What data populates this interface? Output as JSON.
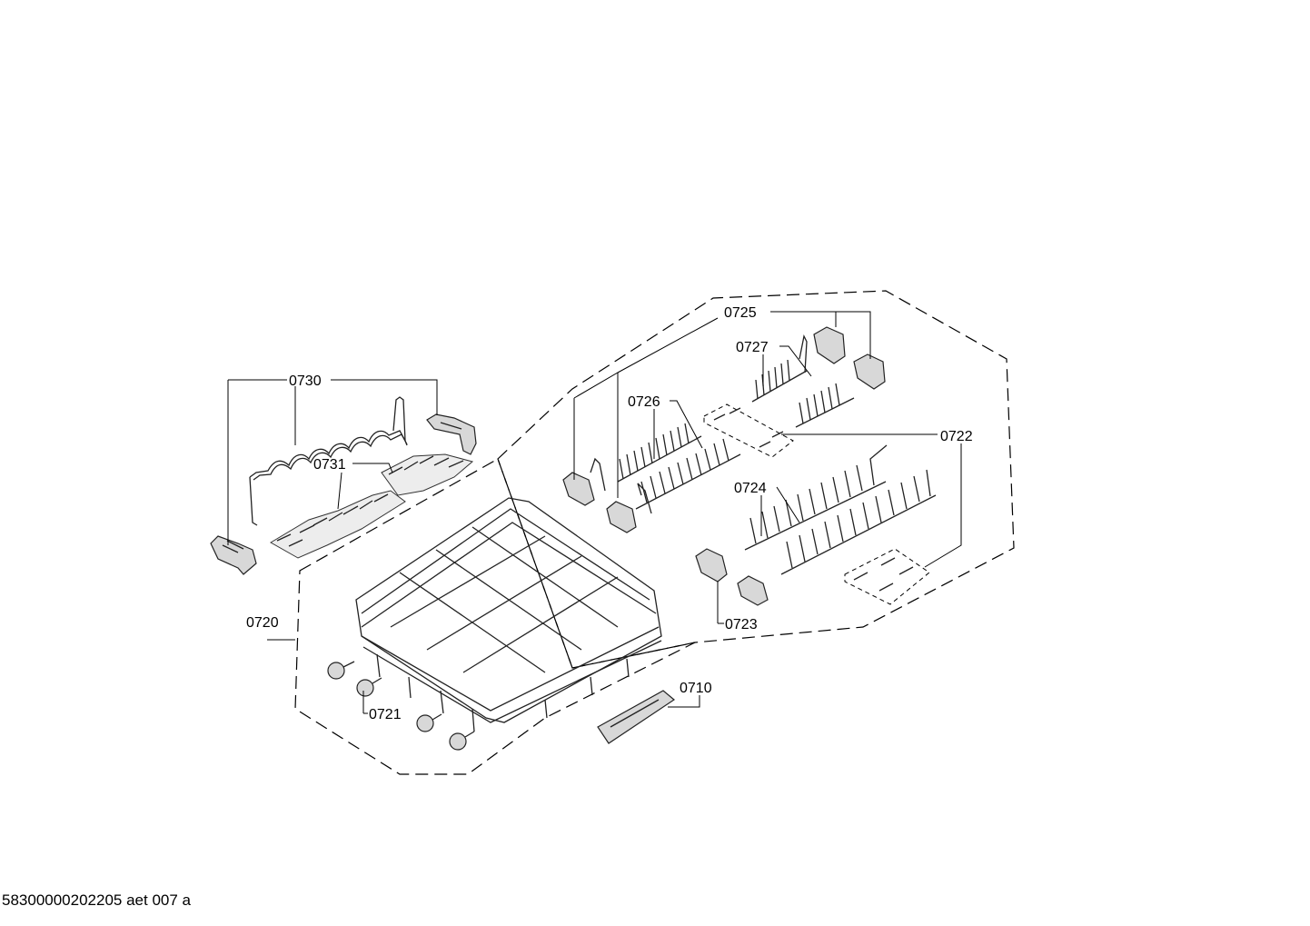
{
  "labels": {
    "l0710": "0710",
    "l0720": "0720",
    "l0721": "0721",
    "l0722": "0722",
    "l0723": "0723",
    "l0724": "0724",
    "l0725": "0725",
    "l0726": "0726",
    "l0727": "0727",
    "l0730": "0730",
    "l0731": "0731"
  },
  "footer": "58300000202205 aet 007 a"
}
